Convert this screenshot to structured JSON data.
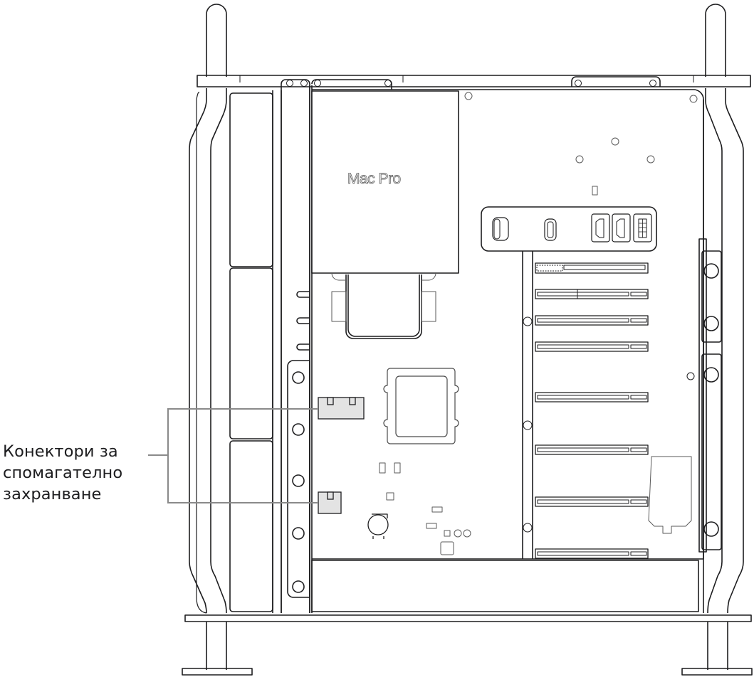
{
  "figure": {
    "subject": "Mac Pro interior (side view)",
    "brand_label": "Mac Pro",
    "brand_logo": "apple-logo-icon"
  },
  "callout": {
    "lines": [
      "Конектори за",
      "спомагателно",
      "захранване"
    ],
    "targets": [
      "auxiliary-power-connector-upper",
      "auxiliary-power-connector-lower"
    ]
  },
  "colors": {
    "stroke": "#1d1d1f",
    "thin_stroke": "#5a5a5a",
    "connector_fill": "#e3e3e3",
    "leader_line": "#8a8a8a",
    "background": "#ffffff"
  },
  "components": {
    "pcie_slots": 8,
    "io_ports": [
      "usb-a-icon",
      "usb-c-icon",
      "displayport-icon",
      "displayport-icon",
      "power-header-icon"
    ]
  }
}
